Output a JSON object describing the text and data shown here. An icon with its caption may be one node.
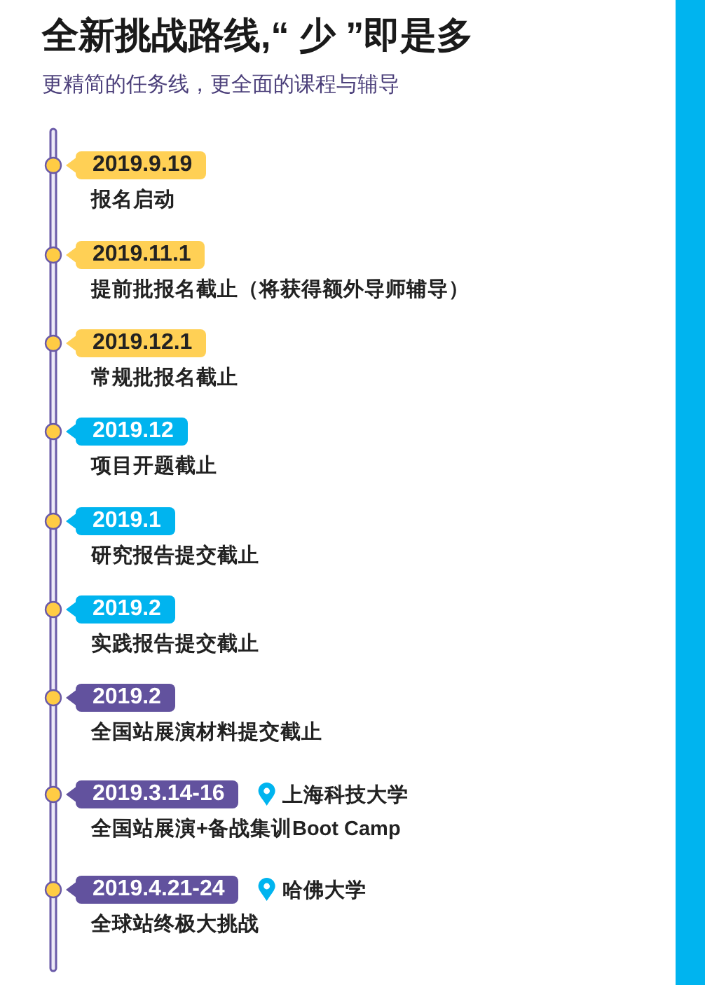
{
  "diagram": {
    "title": "全新挑战路线,“ 少 ”即是多",
    "caption": "更精简的任务线，更全面的课程与辅导",
    "nodes": [
      {
        "text": [
          "2019.9.19"
        ],
        "beside": [
          "报名启动"
        ]
      },
      {
        "text": [
          "2019.11.1"
        ],
        "beside": [
          "提前批报名截止（将获得额外导师辅导）"
        ]
      },
      {
        "text": [
          "2019.12.1"
        ],
        "beside": [
          "常规批报名截止"
        ]
      },
      {
        "text": [
          "2019.12"
        ],
        "beside": [
          "项目开题截止"
        ]
      },
      {
        "text": [
          "2019.1"
        ],
        "beside": [
          "研究报告提交截止"
        ]
      },
      {
        "text": [
          "2019.2"
        ],
        "beside": [
          "实践报告提交截止"
        ]
      },
      {
        "text": [
          "2019.2"
        ],
        "beside": [
          "全国站展演材料提交截止"
        ]
      },
      {
        "text": [
          "2019.3.14-16"
        ],
        "beside": [
          "全国站展演+备战集训Boot Camp",
          "上海科技大学"
        ]
      },
      {
        "text": [
          "2019.4.21-24"
        ],
        "beside": [
          "全球站终极大挑战",
          "哈佛大学"
        ]
      },
      {
        "text": [],
        "shape": "bar"
      }
    ]
  }
}
